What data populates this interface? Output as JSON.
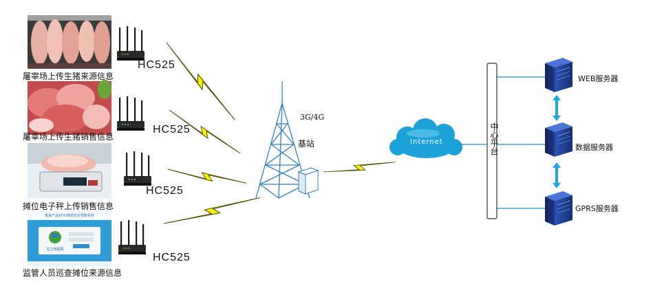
{
  "sources": [
    {
      "label": "屠宰场上传生猪来源信息",
      "device": "HC525"
    },
    {
      "label": "屠宰场上传生猪销售信息",
      "device": "HC525"
    },
    {
      "label": "摊位电子秤上传销售信息",
      "device": "HC525"
    },
    {
      "label": "监管人员巡查摊位来源信息",
      "device": "HC525"
    }
  ],
  "network": {
    "type_label": "3G/4G",
    "base_station": "基站",
    "internet": "Internet"
  },
  "platform": {
    "label": "中心平台"
  },
  "servers": [
    {
      "label": "WEB服务器"
    },
    {
      "label": "数据服务器"
    },
    {
      "label": "GPRS服务器"
    }
  ],
  "screen_photo": {
    "header_text": "畜禽产品RFID溯源安全预警系统",
    "logo_text": "生之物联网"
  },
  "colors": {
    "line": "#1e8fd0",
    "bolt": "#fff200",
    "cloud": "#1da1d9",
    "server": "#1f3f8f"
  }
}
